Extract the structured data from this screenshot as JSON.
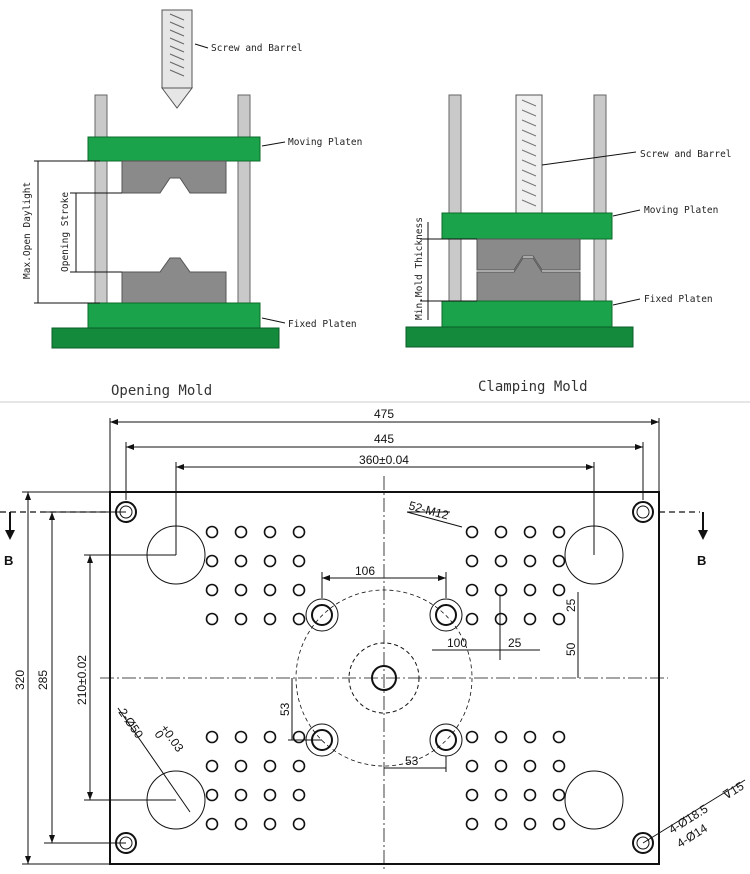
{
  "top": {
    "opening": {
      "caption": "Opening Mold",
      "labels": {
        "screw": "Screw and Barrel",
        "moving": "Moving Platen",
        "fixed": "Fixed Platen",
        "max_daylight": "Max.Open Daylight",
        "stroke": "Opening Stroke"
      }
    },
    "clamping": {
      "caption": "Clamping Mold",
      "labels": {
        "screw": "Screw and Barrel",
        "moving": "Moving Platen",
        "fixed": "Fixed Platen",
        "min_thick": "Min.Mold Thickness"
      }
    }
  },
  "drawing": {
    "dims": {
      "w475": "475",
      "w445": "445",
      "w360": "360±0.04",
      "h320": "320",
      "h285": "285",
      "h210": "210±0.02",
      "d106": "106",
      "d100": "100",
      "d25a": "25",
      "d25b": "25",
      "d50": "50",
      "d53a": "53",
      "d53b": "53"
    },
    "notes": {
      "m12": "52-M12",
      "bore": "2-Ø50",
      "bore_tol_top": "+0.03",
      "bore_tol_bot": "0",
      "cb1": "4-Ø18.5",
      "cb1_depth": "15",
      "cb2": "4-Ø14"
    },
    "section": {
      "left": "B",
      "right": "B"
    }
  }
}
